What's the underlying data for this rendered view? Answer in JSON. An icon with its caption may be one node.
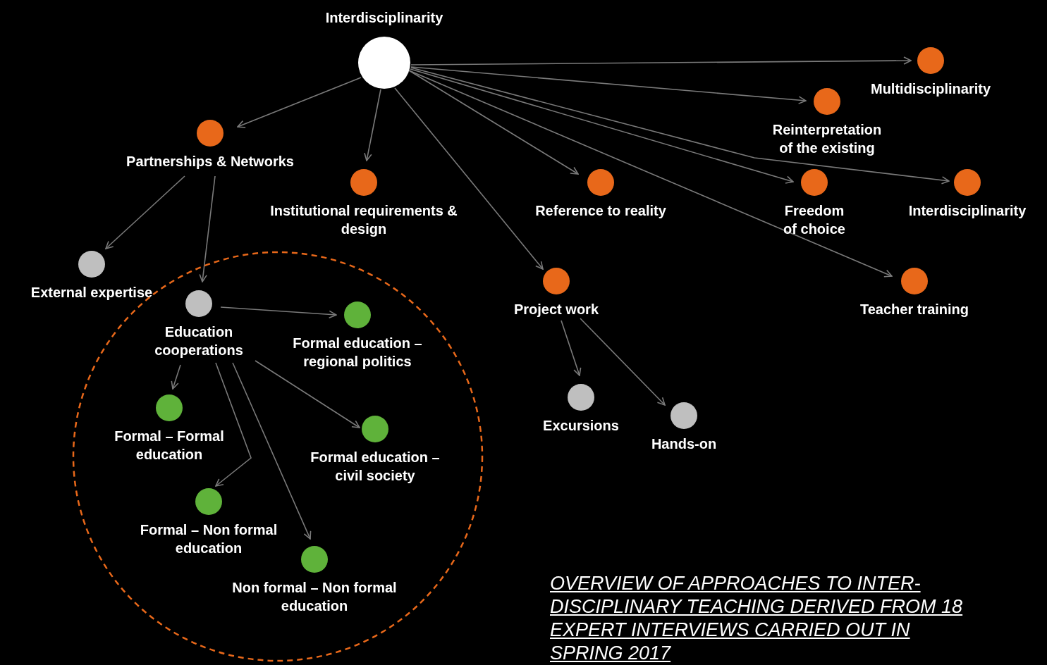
{
  "diagram": {
    "caption": "OVERVIEW OF APPROACHES TO INTER- DISCIPLINARY TEACHING DERIVED FROM 18 EXPERT INTERVIEWS CARRIED OUT IN SPRING 2017",
    "nodes": [
      {
        "text": [
          "Interdisciplinarity"
        ]
      },
      {
        "text": [
          "Multidisciplinarity"
        ]
      },
      {
        "text": [
          "Reinterpretation of the existing"
        ]
      },
      {
        "text": [
          "Partnerships & Networks"
        ]
      },
      {
        "text": [
          "Institutional requirements & design"
        ]
      },
      {
        "text": [
          "Reference to reality"
        ]
      },
      {
        "text": [
          "Freedom of choice"
        ]
      },
      {
        "text": [
          "Interdisciplinarity"
        ]
      },
      {
        "text": [
          "Project work"
        ]
      },
      {
        "text": [
          "Teacher training"
        ]
      },
      {
        "text": [
          "External expertise"
        ]
      },
      {
        "text": [],
        "shape": "circle"
      },
      {
        "text": [
          "Education cooperations"
        ],
        "in": 11
      },
      {
        "text": [
          "Formal education – regional politics"
        ],
        "in": 11
      },
      {
        "text": [
          "Formal – Formal education"
        ],
        "in": 11
      },
      {
        "text": [
          "Formal education – civil society"
        ],
        "in": 11
      },
      {
        "text": [
          "Formal – Non formal education"
        ],
        "in": 11
      },
      {
        "text": [
          "Non formal – Non formal education"
        ],
        "in": 11
      },
      {
        "text": [
          "Excursions"
        ]
      },
      {
        "text": [
          "Hands-on"
        ]
      }
    ],
    "edges": [
      {
        "from": 0,
        "to": 1,
        "arrow": "to"
      },
      {
        "from": 0,
        "to": 2,
        "arrow": "to"
      },
      {
        "from": 0,
        "to": 3,
        "arrow": "to"
      },
      {
        "from": 0,
        "to": 4,
        "arrow": "to"
      },
      {
        "from": 0,
        "to": 5,
        "arrow": "to"
      },
      {
        "from": 0,
        "to": 6,
        "arrow": "to"
      },
      {
        "from": 0,
        "to": 7,
        "arrow": "to"
      },
      {
        "from": 0,
        "to": 8,
        "arrow": "to"
      },
      {
        "from": 0,
        "to": 9,
        "arrow": "to"
      },
      {
        "from": 3,
        "to": 10,
        "arrow": "to"
      },
      {
        "from": 3,
        "to": 12,
        "arrow": "to"
      },
      {
        "from": 12,
        "to": 13,
        "arrow": "to"
      },
      {
        "from": 12,
        "to": 14,
        "arrow": "to"
      },
      {
        "from": 12,
        "to": 15,
        "arrow": "to"
      },
      {
        "from": 12,
        "to": 16,
        "arrow": "to"
      },
      {
        "from": 12,
        "to": 17,
        "arrow": "to"
      },
      {
        "from": 8,
        "to": 18,
        "arrow": "to"
      },
      {
        "from": 8,
        "to": 19,
        "arrow": "to"
      }
    ]
  }
}
